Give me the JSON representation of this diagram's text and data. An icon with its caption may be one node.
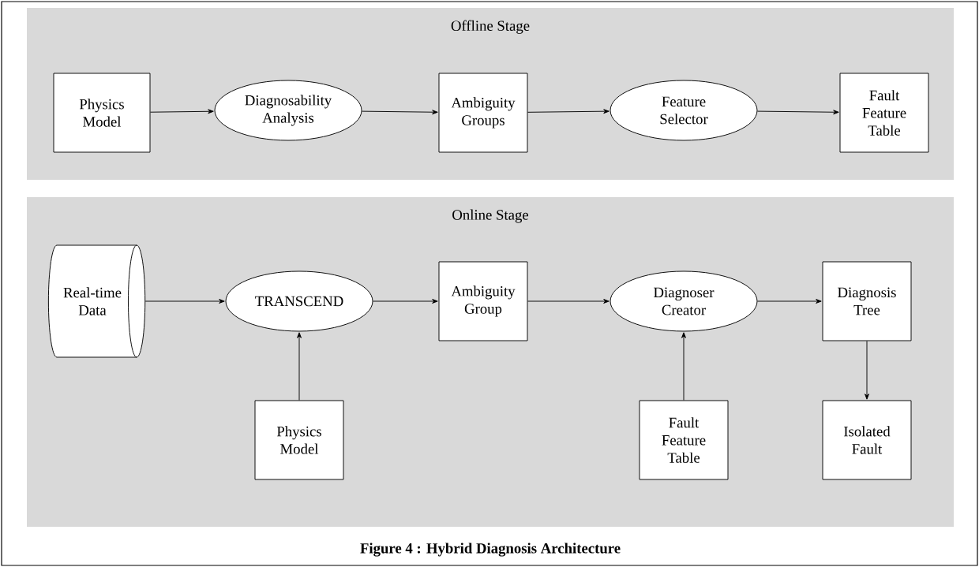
{
  "diagram": {
    "caption": "Figure 4 : Hybrid Diagnosis Architecture",
    "nodes": [
      {
        "text": [
          "Offline Stage"
        ]
      },
      {
        "text": [
          "Physics Model"
        ],
        "in": 0
      },
      {
        "text": [
          "Diagnosability Analysis"
        ],
        "in": 0
      },
      {
        "text": [
          "Ambiguity Groups"
        ],
        "in": 0
      },
      {
        "text": [
          "Feature Selector"
        ],
        "in": 0
      },
      {
        "text": [
          "Fault Feature Table"
        ],
        "in": 0
      },
      {
        "text": [
          "Online Stage"
        ]
      },
      {
        "text": [
          "Real-time Data"
        ],
        "in": 6
      },
      {
        "text": [
          "TRANSCEND"
        ],
        "in": 6
      },
      {
        "text": [
          "Ambiguity Group"
        ],
        "in": 6
      },
      {
        "text": [
          "Diagnoser Creator"
        ],
        "in": 6
      },
      {
        "text": [
          "Diagnosis Tree"
        ],
        "in": 6
      },
      {
        "text": [
          "Physics Model"
        ],
        "in": 6
      },
      {
        "text": [
          "Fault Feature Table"
        ],
        "in": 6
      },
      {
        "text": [
          "Isolated Fault"
        ],
        "in": 6
      }
    ],
    "edges": [
      {
        "from": 1,
        "to": 2,
        "arrow": "to"
      },
      {
        "from": 2,
        "to": 3,
        "arrow": "to"
      },
      {
        "from": 3,
        "to": 4,
        "arrow": "to"
      },
      {
        "from": 4,
        "to": 5,
        "arrow": "to"
      },
      {
        "from": 7,
        "to": 8,
        "arrow": "to"
      },
      {
        "from": 8,
        "to": 9,
        "arrow": "to"
      },
      {
        "from": 9,
        "to": 10,
        "arrow": "to"
      },
      {
        "from": 10,
        "to": 11,
        "arrow": "to"
      },
      {
        "from": 12,
        "to": 8,
        "arrow": "to"
      },
      {
        "from": 13,
        "to": 10,
        "arrow": "to"
      },
      {
        "from": 11,
        "to": 14,
        "arrow": "to"
      }
    ]
  }
}
